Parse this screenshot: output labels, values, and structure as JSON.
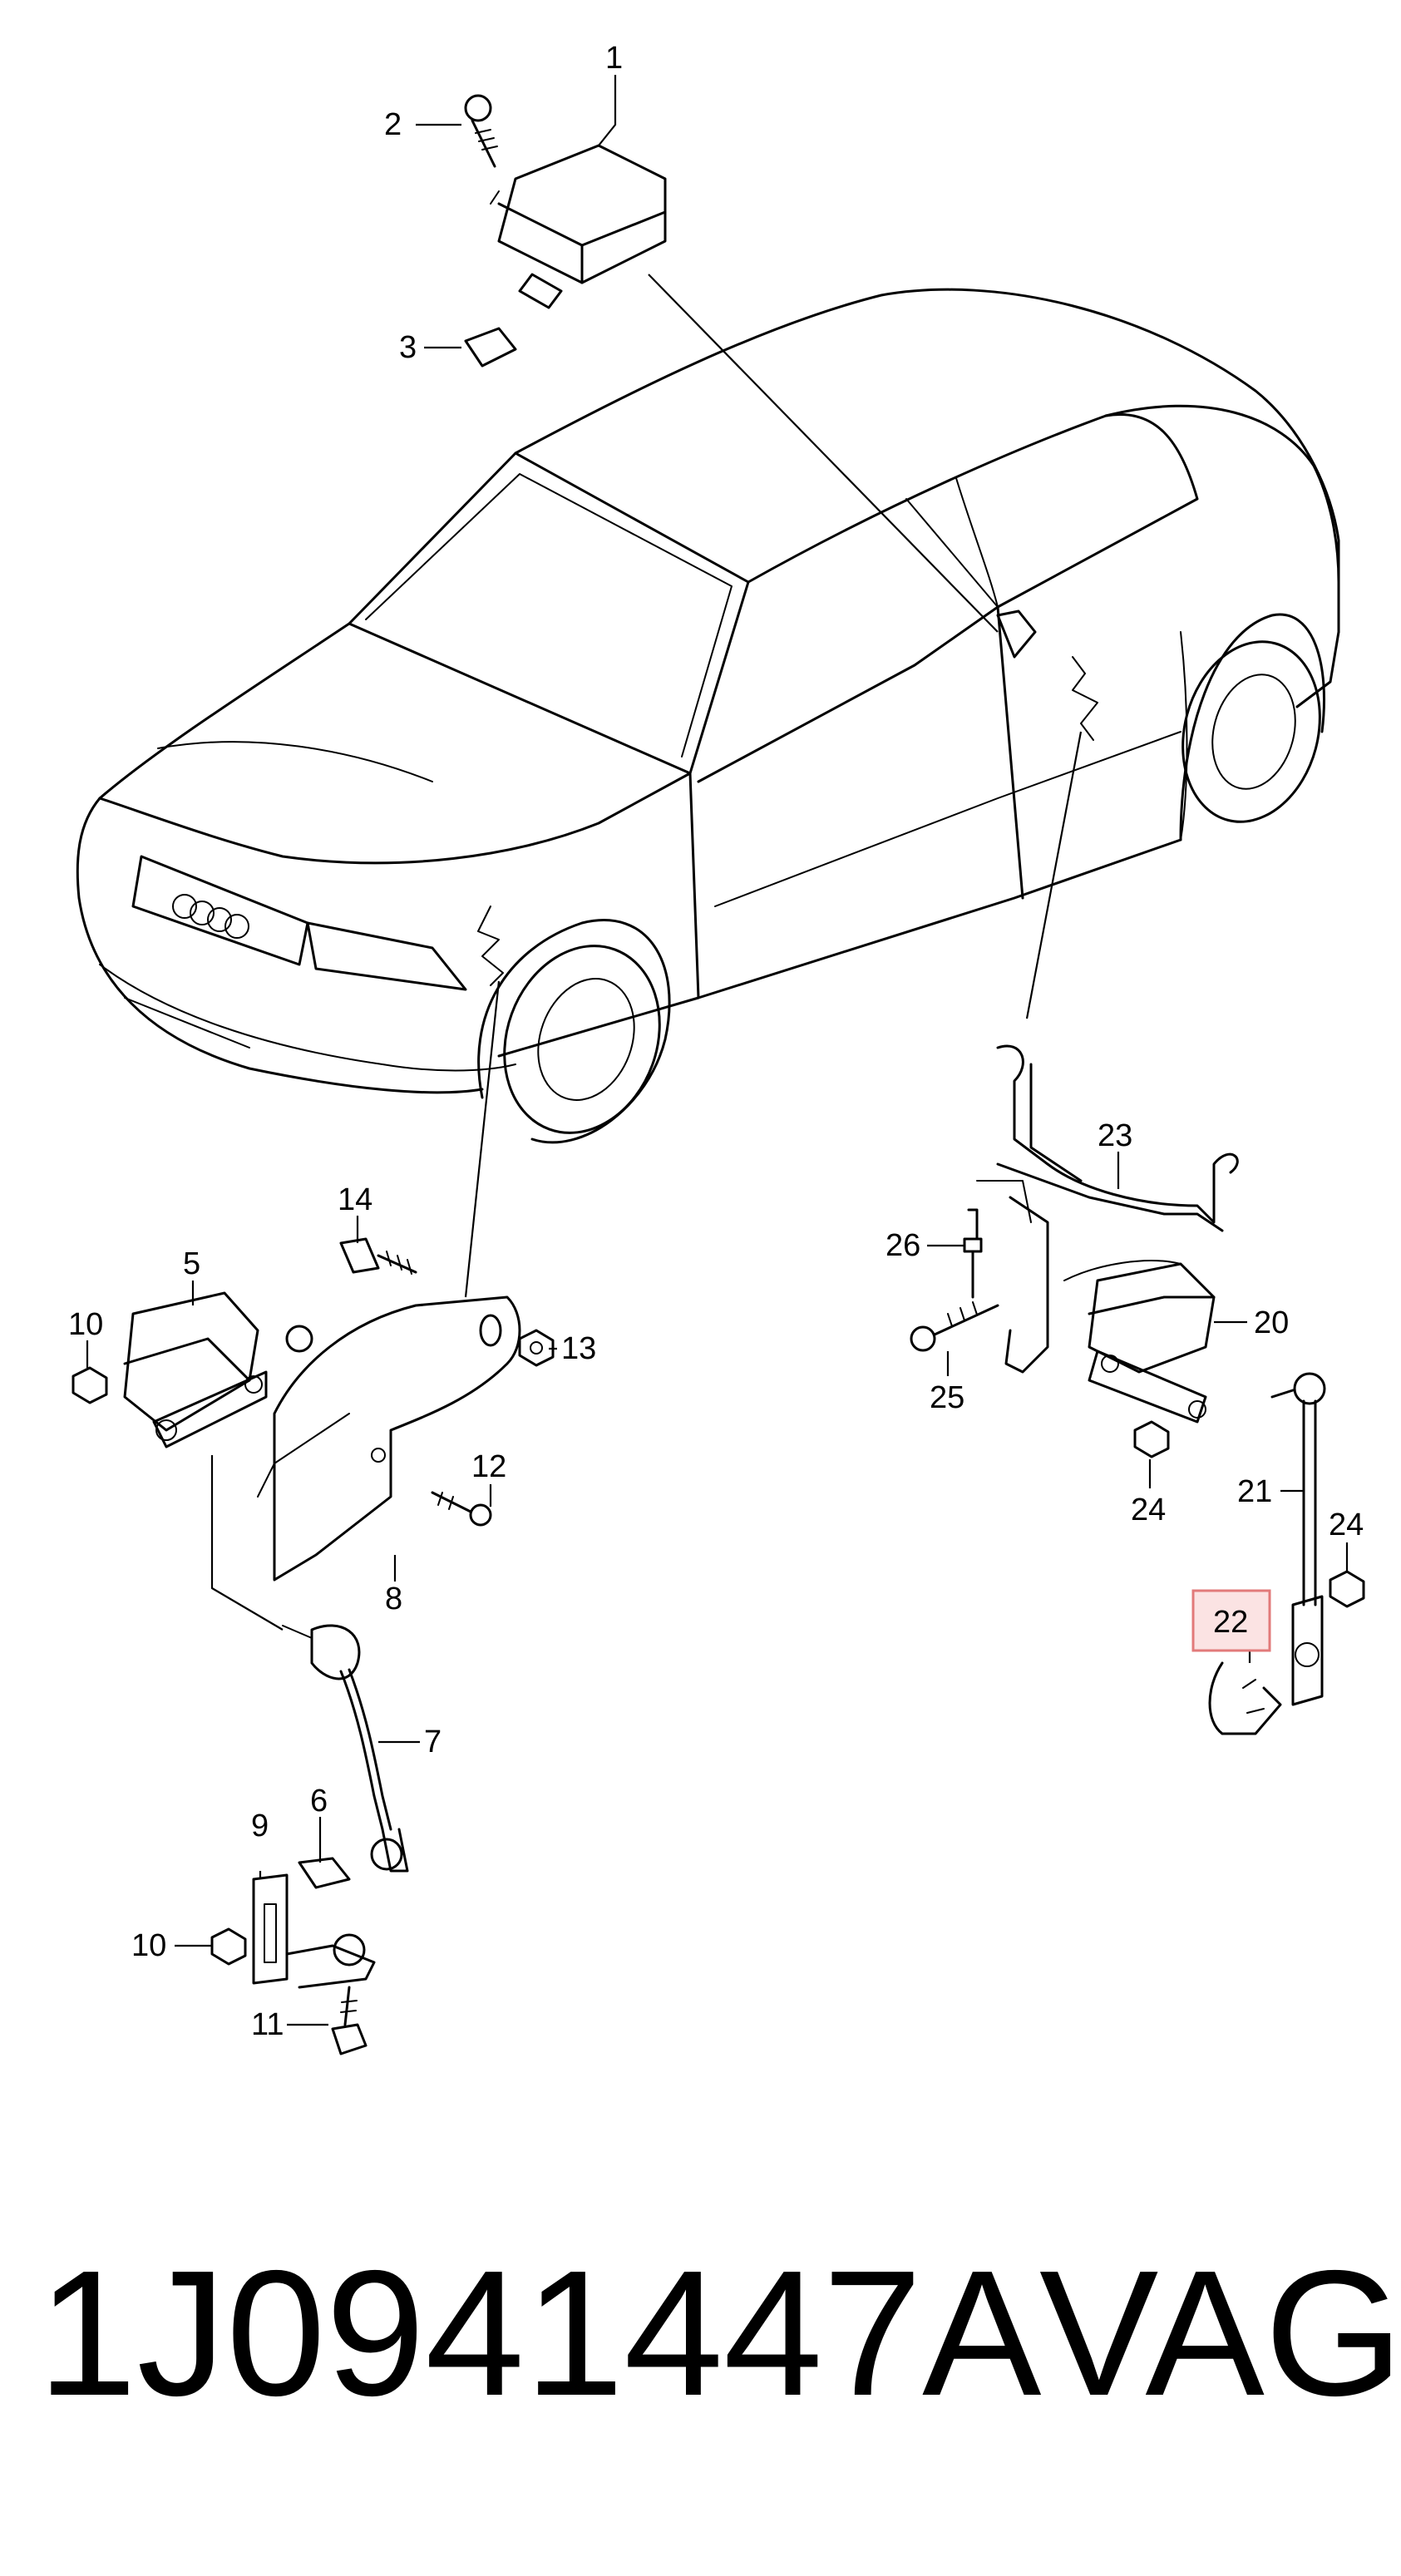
{
  "labels": {
    "p1": "1",
    "p2": "2",
    "p3": "3",
    "p5": "5",
    "p6": "6",
    "p7": "7",
    "p8": "8",
    "p9": "9",
    "p10a": "10",
    "p10b": "10",
    "p11": "11",
    "p12": "12",
    "p13": "13",
    "p14": "14",
    "p20": "20",
    "p21": "21",
    "p22": "22",
    "p23": "23",
    "p24a": "24",
    "p24b": "24",
    "p25": "25",
    "p26": "26"
  },
  "caption": {
    "part_number": "1J0941447A",
    "brand": "VAG"
  },
  "colors": {
    "line": "#000000",
    "highlight_fill": "#fbe3e3",
    "highlight_border": "#e27a7a"
  }
}
